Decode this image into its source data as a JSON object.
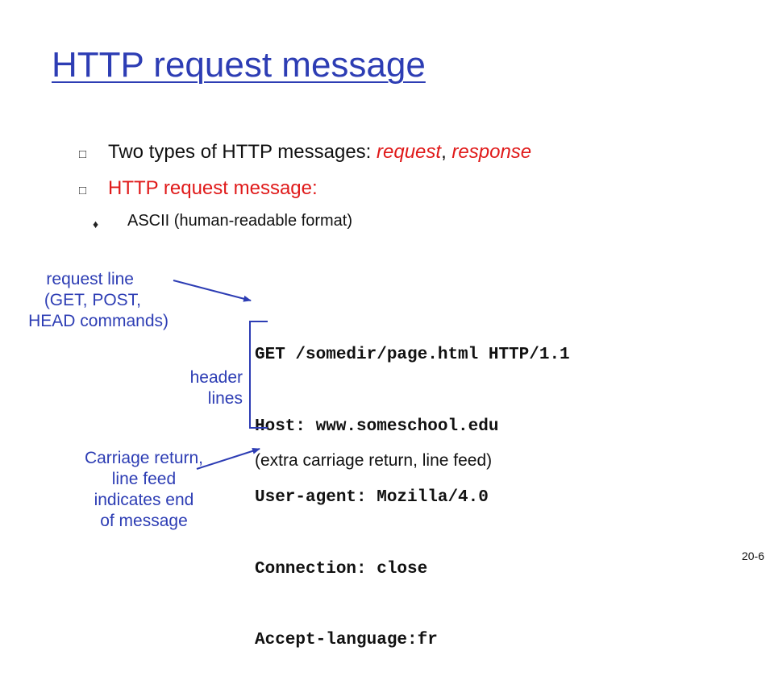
{
  "title": "HTTP request message",
  "bullets": [
    {
      "prefix": "Two types of HTTP messages: ",
      "em1": "request",
      "sep": ", ",
      "em2": "response"
    },
    {
      "text": "HTTP request message:"
    }
  ],
  "sub_bullet": "ASCII (human-readable format)",
  "labels": {
    "request_line": [
      "request line",
      "(GET, POST,",
      "HEAD commands)"
    ],
    "header_lines": [
      "header",
      "lines"
    ],
    "crlf": [
      "Carriage return,",
      "line feed",
      "indicates end",
      "of message"
    ]
  },
  "code_lines": [
    "GET /somedir/page.html HTTP/1.1",
    "Host: www.someschool.edu",
    "User-agent: Mozilla/4.0",
    "Connection: close",
    "Accept-language:fr"
  ],
  "extra_line": "(extra carriage return, line feed)",
  "page_number": "20-6",
  "colors": {
    "title_blue": "#2d3db4",
    "accent_red": "#e01a1a",
    "text": "#111111"
  },
  "icons": {
    "bullet": "square-bullet-icon",
    "sub_bullet": "diamond-bullet-icon"
  }
}
